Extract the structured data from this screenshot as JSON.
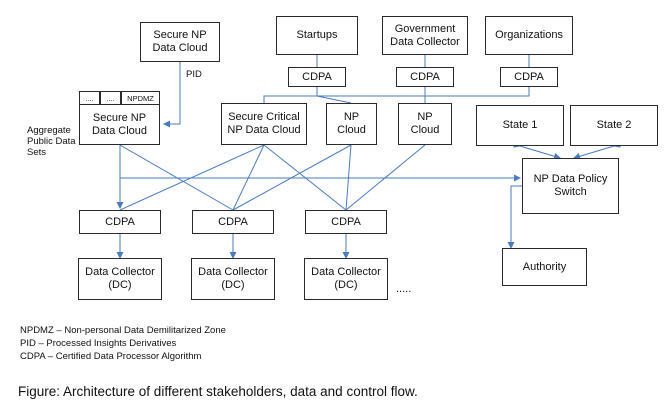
{
  "nodes": {
    "secure_np_top": "Secure NP\nData Cloud",
    "startups": "Startups",
    "government": "Government\nData Collector",
    "organizations": "Organizations",
    "cdpa_startups": "CDPA",
    "cdpa_government": "CDPA",
    "cdpa_organizations": "CDPA",
    "secure_np_main": "Secure NP\nData Cloud",
    "secure_critical": "Secure Critical\nNP Data Cloud",
    "np_cloud_1": "NP\nCloud",
    "np_cloud_2": "NP\nCloud",
    "state1": "State 1",
    "state2": "State 2",
    "policy_switch": "NP Data Policy\nSwitch",
    "cdpa_1": "CDPA",
    "cdpa_2": "CDPA",
    "cdpa_3": "CDPA",
    "dc_1": "Data Collector\n(DC)",
    "dc_2": "Data Collector\n(DC)",
    "dc_3": "Data Collector\n(DC)",
    "authority": "Authority"
  },
  "header_cells": [
    "....",
    "....",
    "NPDMZ"
  ],
  "labels": {
    "pid": "PID",
    "aggregate": "Aggregate\nPublic Data\nSets",
    "ellipsis": "....."
  },
  "legend": [
    "NPDMZ – Non-personal Data Demilitarized Zone",
    "PID – Processed Insights Derivatives",
    "CDPA – Certified Data Processor Algorithm"
  ],
  "caption": "Figure: Architecture of different stakeholders, data and control flow.",
  "colors": {
    "border": "#2b2b2b",
    "arrow": "#4a7bbf",
    "line": "#8aa7d6"
  }
}
